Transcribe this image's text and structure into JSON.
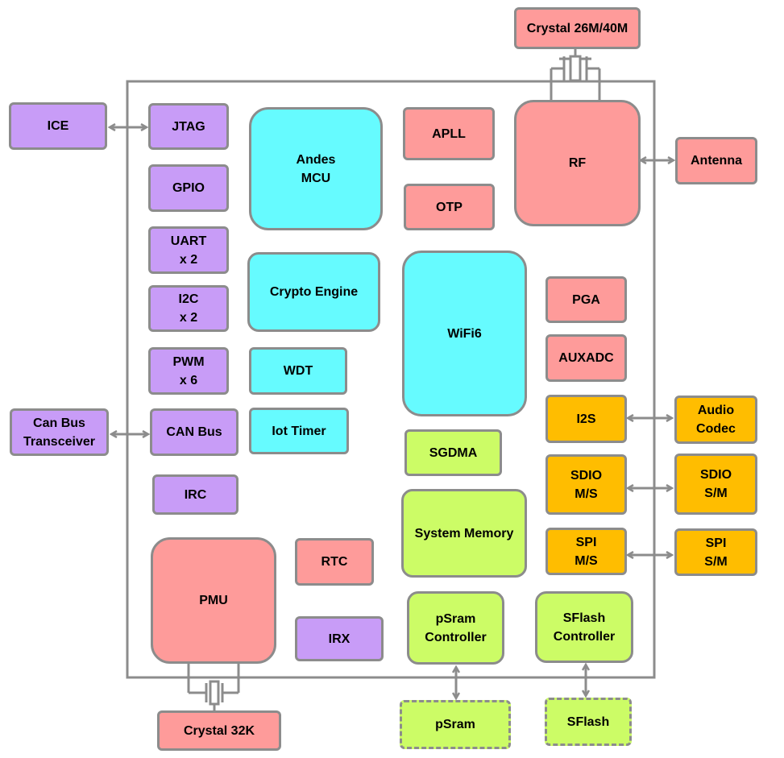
{
  "colors": {
    "frame": "#8c8c8c",
    "purple": "#c89cf7",
    "cyan": "#66fbff",
    "red": "#fe9b9a",
    "lime": "#ccfc66",
    "orange": "#ffbd00"
  },
  "diagram": {
    "external": {
      "crystal_main": "Crystal 26M/40M",
      "crystal_32k": "Crystal 32K",
      "ice": "ICE",
      "can_transceiver": "Can Bus\nTransceiver",
      "antenna": "Antenna",
      "audio_codec": "Audio\nCodec",
      "sdio_sm": "SDIO\nS/M",
      "spi_sm": "SPI\nS/M",
      "psram": "pSram",
      "sflash": "SFlash"
    },
    "peripherals": {
      "jtag": "JTAG",
      "gpio": "GPIO",
      "uart": "UART\nx 2",
      "i2c": "I2C\nx 2",
      "pwm": "PWM\nx 6",
      "can_bus": "CAN Bus",
      "irc": "IRC",
      "pmu": "PMU",
      "rtc": "RTC",
      "irx": "IRX"
    },
    "core": {
      "mcu": "Andes\nMCU",
      "crypto": "Crypto Engine",
      "wdt": "WDT",
      "iot_timer": "Iot Timer",
      "apll": "APLL",
      "otp": "OTP",
      "rf": "RF",
      "wifi": "WiFi6",
      "pga": "PGA",
      "auxadc": "AUXADC",
      "i2s": "I2S",
      "sdio_ms": "SDIO\nM/S",
      "spi_ms": "SPI\nM/S",
      "sgdma": "SGDMA",
      "system_memory": "System Memory",
      "psram_ctrl": "pSram\nController",
      "sflash_ctrl": "SFlash\nController"
    }
  }
}
